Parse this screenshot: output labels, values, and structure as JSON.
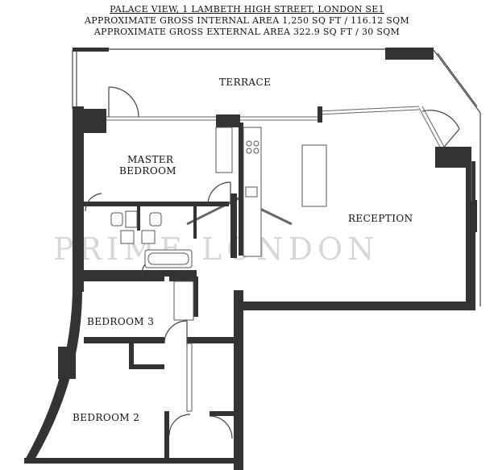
{
  "header": {
    "line1": "PALACE VIEW, 1 LAMBETH HIGH STREET, LONDON SE1",
    "line2": "APPROXIMATE GROSS INTERNAL AREA 1,250 SQ FT / 116.12 SQM",
    "line3": "APPROXIMATE GROSS EXTERNAL AREA 322.9 SQ FT / 30 SQM"
  },
  "rooms": {
    "terrace": "TERRACE",
    "master_line1": "MASTER",
    "master_line2": "BEDROOM",
    "reception": "RECEPTION",
    "bedroom3": "BEDROOM 3",
    "bedroom2": "BEDROOM 2"
  },
  "watermark": "PRIME LONDON",
  "colors": {
    "wall": "#333333",
    "line": "#444444",
    "watermark": "#d7d7d7"
  }
}
